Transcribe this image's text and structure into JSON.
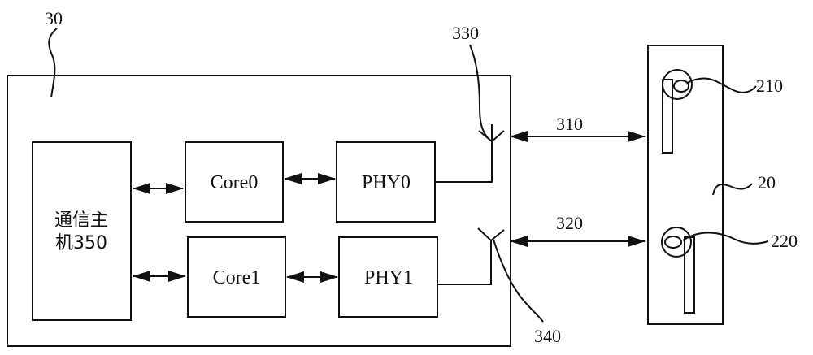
{
  "diagram": {
    "labels": {
      "device_30": "30",
      "antenna_330": "330",
      "antenna_340": "340",
      "link_310": "310",
      "link_320": "320",
      "device_20": "20",
      "element_210": "210",
      "element_220": "220"
    },
    "blocks": {
      "host_line1": "通信主",
      "host_line2": "机350",
      "core0": "Core0",
      "core1": "Core1",
      "phy0": "PHY0",
      "phy1": "PHY1"
    }
  }
}
